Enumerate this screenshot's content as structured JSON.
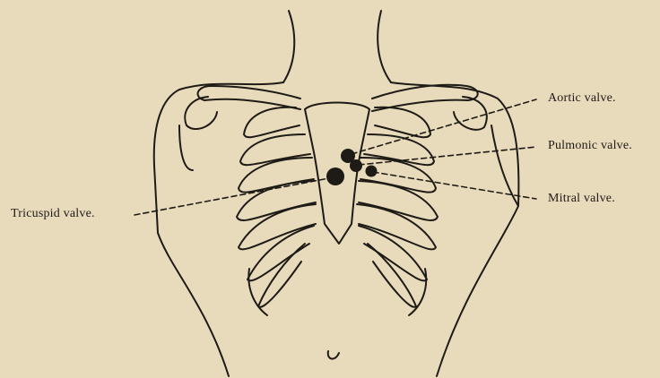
{
  "labels": {
    "aortic": "Aortic valve.",
    "pulmonic": "Pulmonic valve.",
    "mitral": "Mitral valve.",
    "tricuspid": "Tricuspid valve."
  },
  "colors": {
    "paper": "#e8dbbb",
    "ink": "#1e1a16"
  }
}
